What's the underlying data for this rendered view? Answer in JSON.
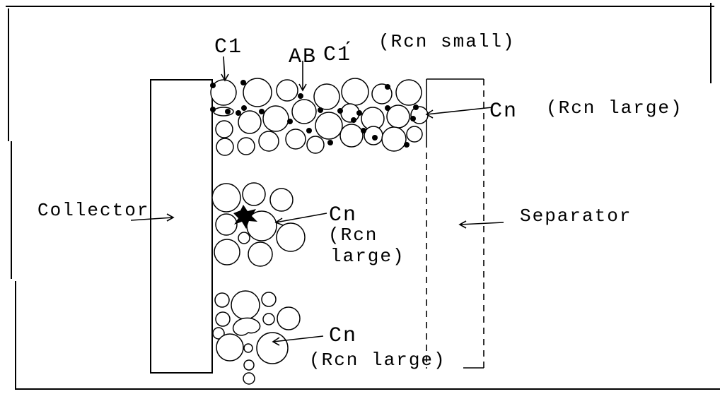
{
  "labels": {
    "c1": "C1",
    "ab": "AB",
    "c1_prime": "C1́",
    "rcn_small": "(Rcn small)",
    "cn_top": "Cn",
    "rcn_large_top": "(Rcn large)",
    "collector": "Collector",
    "separator": "Separator",
    "cn_middle": "Cn",
    "rcn_middle_open": "(Rcn",
    "rcn_middle_close": "large)",
    "cn_bottom": "Cn",
    "rcn_large_bottom": "(Rcn large)"
  }
}
